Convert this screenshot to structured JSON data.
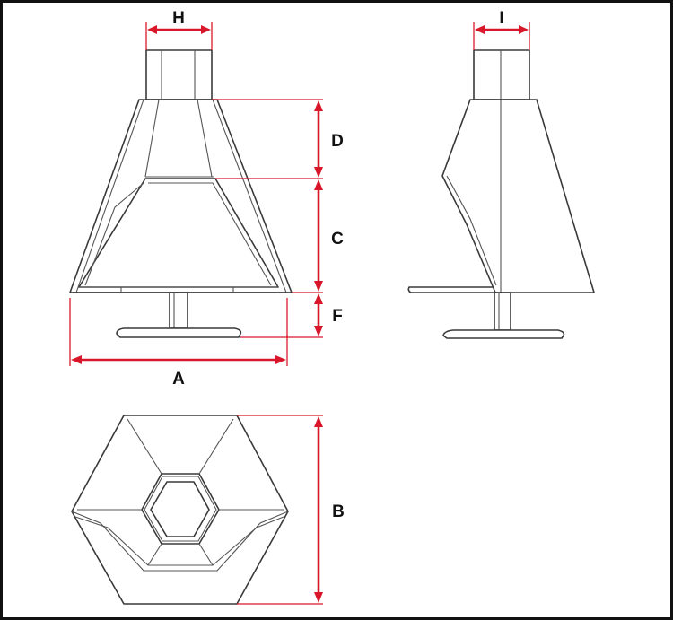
{
  "diagram": {
    "accent_color": "#d8182a",
    "line_color": "#3a3a3a",
    "labels": {
      "A": "A",
      "B": "B",
      "C": "C",
      "D": "D",
      "F": "F",
      "H": "H",
      "I": "I"
    }
  }
}
